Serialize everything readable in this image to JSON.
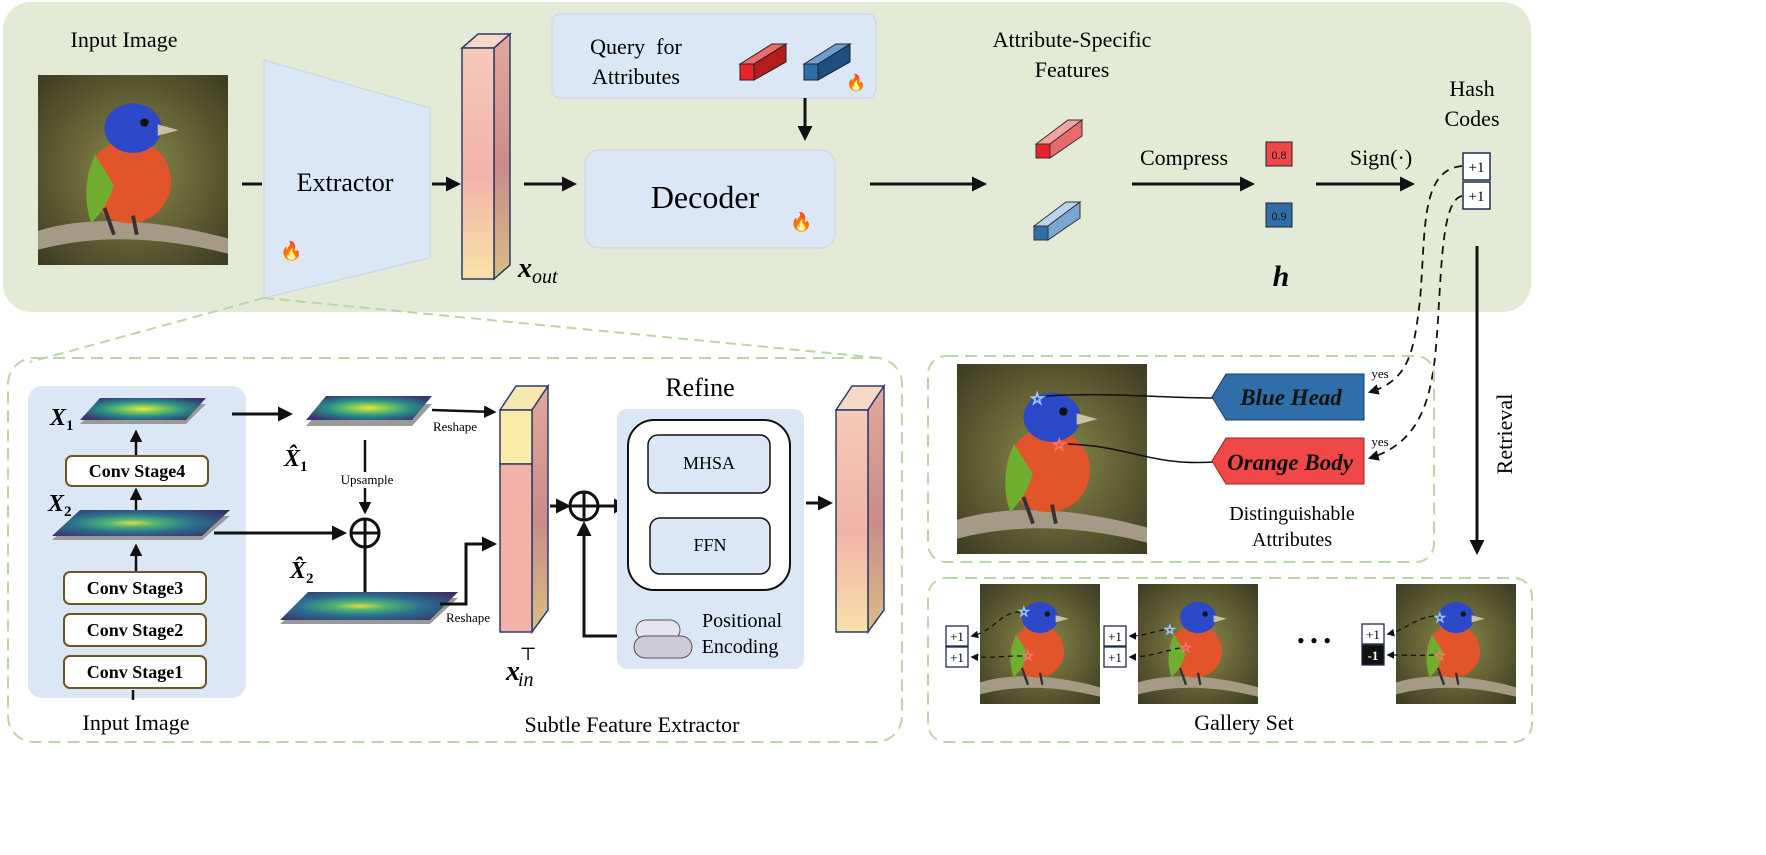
{
  "top": {
    "input_image_label": "Input Image",
    "extractor_label": "Extractor",
    "x_out_label": "x",
    "x_out_sub": "out",
    "query_label_line1": "Query  for",
    "query_label_line2": "Attributes",
    "decoder_label": "Decoder",
    "attr_features_line1": "Attribute-Specific",
    "attr_features_line2": "Features",
    "compress_label": "Compress",
    "h_values": [
      "0.8",
      "0.9"
    ],
    "h_label": "h",
    "sign_label": "Sign(·)",
    "hash_codes_line1": "Hash",
    "hash_codes_line2": "Codes",
    "hash_code_values": [
      "+1",
      "+1"
    ],
    "retrieval_label": "Retrieval"
  },
  "extractor_detail": {
    "x1_label": "X",
    "x1_sub": "1",
    "x2_label": "X",
    "x2_sub": "2",
    "conv_stages": [
      "Conv Stage4",
      "Conv Stage3",
      "Conv Stage2",
      "Conv Stage1"
    ],
    "input_image_label": "Input Image",
    "x1_hat_label": "X̂",
    "x1_hat_sub": "1",
    "x2_hat_label": "X̂",
    "x2_hat_sub": "2",
    "reshape_label": "Reshape",
    "upsample_label": "Upsample",
    "x_in_label": "x",
    "x_in_sub": "in",
    "x_in_sup": "⊤",
    "refine_label": "Refine",
    "mhsa_label": "MHSA",
    "ffn_label": "FFN",
    "positional_line1": "Positional",
    "positional_line2": "Encoding",
    "title": "Subtle Feature Extractor"
  },
  "attributes_panel": {
    "attribute_1": "Blue Head",
    "attribute_2": "Orange Body",
    "yes_label": "yes",
    "caption_line1": "Distinguishable",
    "caption_line2": "Attributes"
  },
  "gallery": {
    "title": "Gallery Set",
    "ellipsis": "• • •",
    "items": [
      {
        "codes": [
          "+1",
          "+1"
        ]
      },
      {
        "codes": [
          "+1",
          "+1"
        ]
      },
      {
        "codes": [
          "+1",
          "-1"
        ]
      }
    ]
  },
  "colors": {
    "top_panel_bg": "#e3ebd6",
    "light_blue_box": "#dbe7f5",
    "red_token": "#e8242a",
    "blue_token": "#2f6ea8",
    "attr_blue": "#2f6ea8",
    "attr_red": "#f04848",
    "conv_border": "#6d5524",
    "dashed_green": "#b9d7a6"
  }
}
